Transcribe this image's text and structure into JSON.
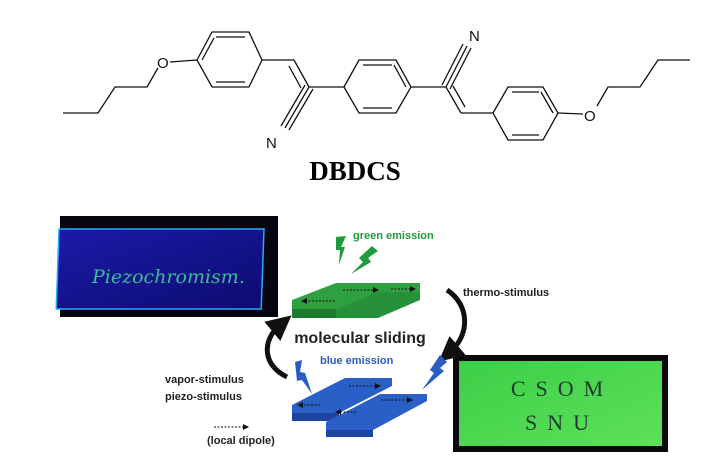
{
  "molecule": {
    "name": "DBDCS",
    "atoms": {
      "oxygen_left": "O",
      "oxygen_right": "O",
      "nitrogen_top": "N",
      "nitrogen_bottom": "N"
    }
  },
  "scheme": {
    "green_emission": "green emission",
    "blue_emission": "blue emission",
    "molecular_sliding": "molecular sliding",
    "thermo_stimulus": "thermo-stimulus",
    "vapor_stimulus": "vapor-stimulus",
    "piezo_stimulus": "piezo-stimulus",
    "local_dipole": "(local dipole)"
  },
  "photos": {
    "blue_slide_text": "Piezochromism.",
    "green_slide_line1": "CSOM",
    "green_slide_line2": "SNU"
  },
  "colors": {
    "green": "#1f9a3c",
    "blue": "#2a5cc4",
    "blue_slide": "#17169a",
    "green_slide": "#3fd24a"
  }
}
